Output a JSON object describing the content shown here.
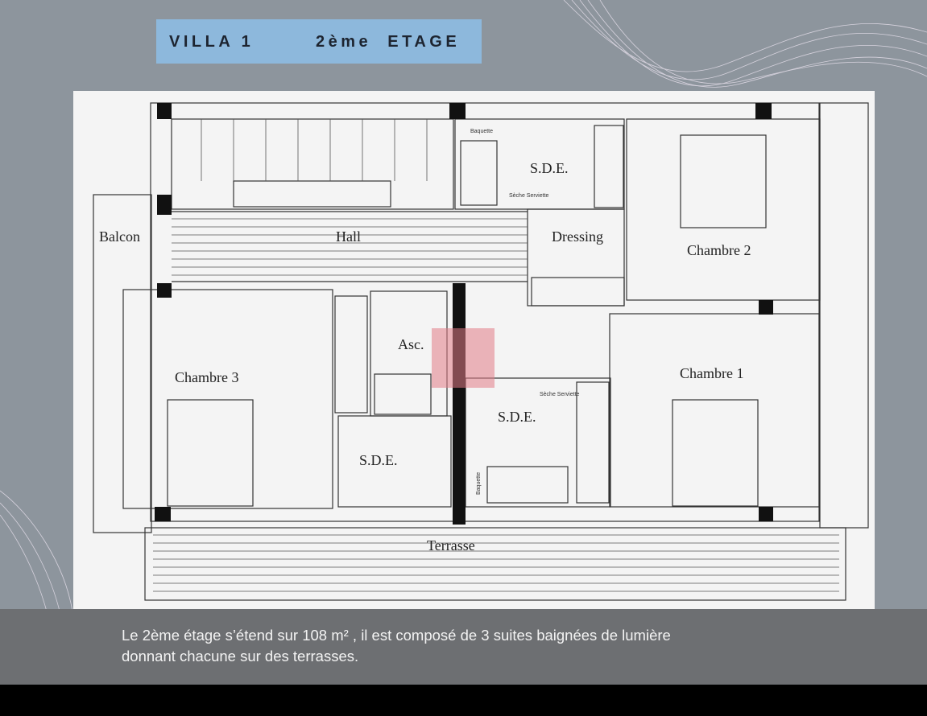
{
  "header": {
    "villa": "VILLA 1",
    "floor": "2ème  ETAGE"
  },
  "plan": {
    "rooms": {
      "balcon": "Balcon",
      "hall": "Hall",
      "dressing": "Dressing",
      "sde_top": "S.D.E.",
      "chambre2": "Chambre 2",
      "chambre3": "Chambre 3",
      "asc": "Asc.",
      "chambre1": "Chambre 1",
      "sde_left": "S.D.E.",
      "sde_right": "S.D.E.",
      "terrasse": "Terrasse"
    },
    "small_labels": {
      "baquette_top": "Baquette",
      "seche_top": "Sèche Serviette",
      "baquette_right": "Baquette",
      "seche_right": "Sèche Serviette"
    }
  },
  "caption": {
    "line1": "Le 2ème étage s’étend sur 108 m² , il est composé de 3 suites baignées de lumière",
    "line2": "donnant chacune sur des terrasses."
  }
}
